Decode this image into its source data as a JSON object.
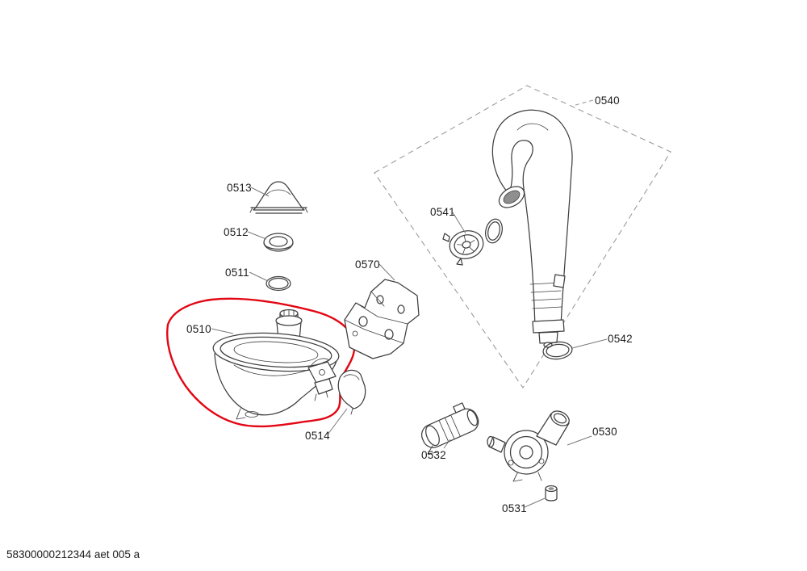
{
  "footer": {
    "code": "58300000212344 aet 005 a"
  },
  "colors": {
    "background": "#ffffff",
    "line": "#3f3f3f",
    "leader": "#7a7a7a",
    "dashed_box": "#9b9b9b",
    "highlight": "#e30613",
    "label_text": "#1b1b1b"
  },
  "selected_part": "0510",
  "labels": {
    "p0510": "0510",
    "p0511": "0511",
    "p0512": "0512",
    "p0513": "0513",
    "p0514": "0514",
    "p0530": "0530",
    "p0531": "0531",
    "p0532": "0532",
    "p0540": "0540",
    "p0541": "0541",
    "p0542": "0542",
    "p0570": "0570"
  }
}
